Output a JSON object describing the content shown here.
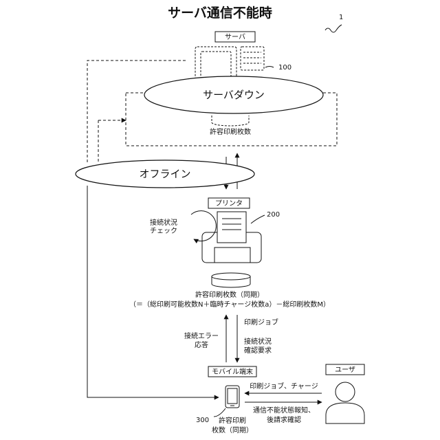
{
  "title": "サーバ通信不能時",
  "figure_ref": "1",
  "server": {
    "label": "サーバ",
    "ref": "100",
    "status": "サーバダウン",
    "allowed": "許容印刷枚数"
  },
  "offline": {
    "label": "オフライン"
  },
  "printer": {
    "label": "プリンタ",
    "ref": "200",
    "check_line1": "接続状況",
    "check_line2": "チェック",
    "allowed_line1": "許容印刷枚数（同期）",
    "allowed_line2": "（＝（総印刷可能枚数N＋臨時チャージ枚数a）－総印刷枚数M）"
  },
  "printer_mobile": {
    "up_line1": "接続エラー",
    "up_line2": "応答",
    "down_line1": "印刷ジョブ",
    "down_line2": "接続状況",
    "down_line3": "確認要求"
  },
  "mobile": {
    "label": "モバイル端末",
    "ref": "300",
    "allowed_line1": "許容印刷",
    "allowed_line2": "枚数（同期）"
  },
  "user": {
    "label": "ユーザ",
    "to_mobile": "印刷ジョブ、チャージ",
    "to_user_line1": "通信不能状態報知、",
    "to_user_line2": "後請求確認"
  }
}
